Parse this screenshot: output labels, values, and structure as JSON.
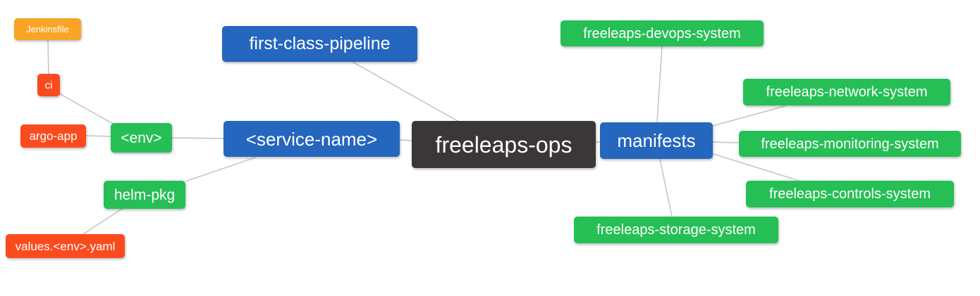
{
  "app": {
    "type": "mindmap-diagram",
    "background": "#FFFFFF"
  },
  "palette": {
    "blue": "#2566BE",
    "green": "#26BF55",
    "red": "#FA4B1E",
    "orange": "#F9A425",
    "dark": "#3B3738",
    "edge": "#C9C9C9",
    "node_text": "#FFFFFF"
  },
  "mindmap": {
    "root": "freeleaps-ops",
    "nodes": [
      {
        "id": "jenkinsfile",
        "label": "Jenkinsfile",
        "color": "orange"
      },
      {
        "id": "ci",
        "label": "ci",
        "color": "red"
      },
      {
        "id": "argo-app",
        "label": "argo-app",
        "color": "red"
      },
      {
        "id": "env",
        "label": "<env>",
        "color": "green"
      },
      {
        "id": "service-name",
        "label": "<service-name>",
        "color": "blue"
      },
      {
        "id": "first-class-pipeline",
        "label": "first-class-pipeline",
        "color": "blue"
      },
      {
        "id": "freeleaps-ops",
        "label": "freeleaps-ops",
        "color": "dark"
      },
      {
        "id": "manifests",
        "label": "manifests",
        "color": "blue"
      },
      {
        "id": "helm-pkg",
        "label": "helm-pkg",
        "color": "green"
      },
      {
        "id": "values-env-yaml",
        "label": "values.<env>.yaml",
        "color": "red"
      },
      {
        "id": "freeleaps-devops-system",
        "label": "freeleaps-devops-system",
        "color": "green"
      },
      {
        "id": "freeleaps-network-system",
        "label": "freeleaps-network-system",
        "color": "green"
      },
      {
        "id": "freeleaps-monitoring-system",
        "label": "freeleaps-monitoring-system",
        "color": "green"
      },
      {
        "id": "freeleaps-controls-system",
        "label": "freeleaps-controls-system",
        "color": "green"
      },
      {
        "id": "freeleaps-storage-system",
        "label": "freeleaps-storage-system",
        "color": "green"
      }
    ],
    "edges": [
      {
        "from": "jenkinsfile",
        "to": "ci"
      },
      {
        "from": "ci",
        "to": "env"
      },
      {
        "from": "argo-app",
        "to": "env"
      },
      {
        "from": "env",
        "to": "service-name"
      },
      {
        "from": "service-name",
        "to": "freeleaps-ops"
      },
      {
        "from": "first-class-pipeline",
        "to": "freeleaps-ops"
      },
      {
        "from": "service-name",
        "to": "helm-pkg"
      },
      {
        "from": "helm-pkg",
        "to": "values-env-yaml"
      },
      {
        "from": "freeleaps-ops",
        "to": "manifests"
      },
      {
        "from": "manifests",
        "to": "freeleaps-devops-system"
      },
      {
        "from": "manifests",
        "to": "freeleaps-network-system"
      },
      {
        "from": "manifests",
        "to": "freeleaps-monitoring-system"
      },
      {
        "from": "manifests",
        "to": "freeleaps-controls-system"
      },
      {
        "from": "manifests",
        "to": "freeleaps-storage-system"
      }
    ]
  }
}
